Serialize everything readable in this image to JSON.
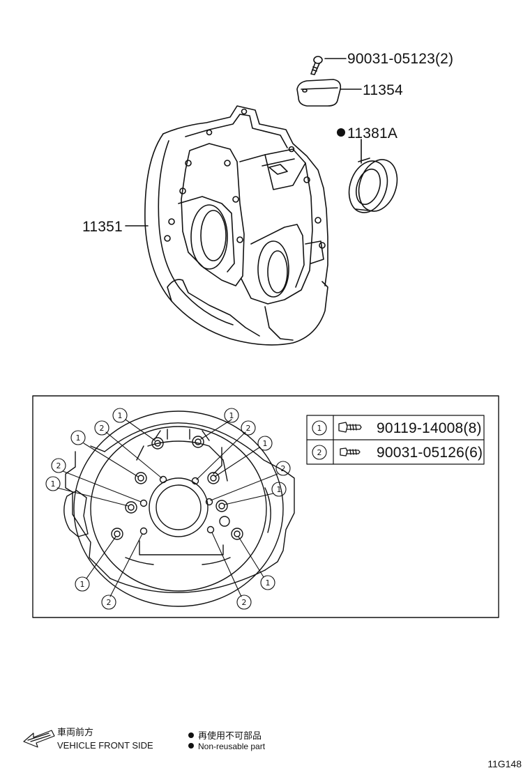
{
  "parts": {
    "bolt_top": "90031-05123(2)",
    "cover": "11354",
    "seal": "11381A",
    "housing": "11351"
  },
  "table": {
    "row1_no": "1",
    "row1_part": "90119-14008(8)",
    "row2_no": "2",
    "row2_part": "90031-05126(6)"
  },
  "callout_labels": {
    "one": "1",
    "two": "2"
  },
  "legend": {
    "front_jp": "車両前方",
    "front_en": "VEHICLE FRONT SIDE",
    "nonreusable_jp": "再使用不可部品",
    "nonreusable_en": "Non-reusable part"
  },
  "diagram_code": "11G148"
}
